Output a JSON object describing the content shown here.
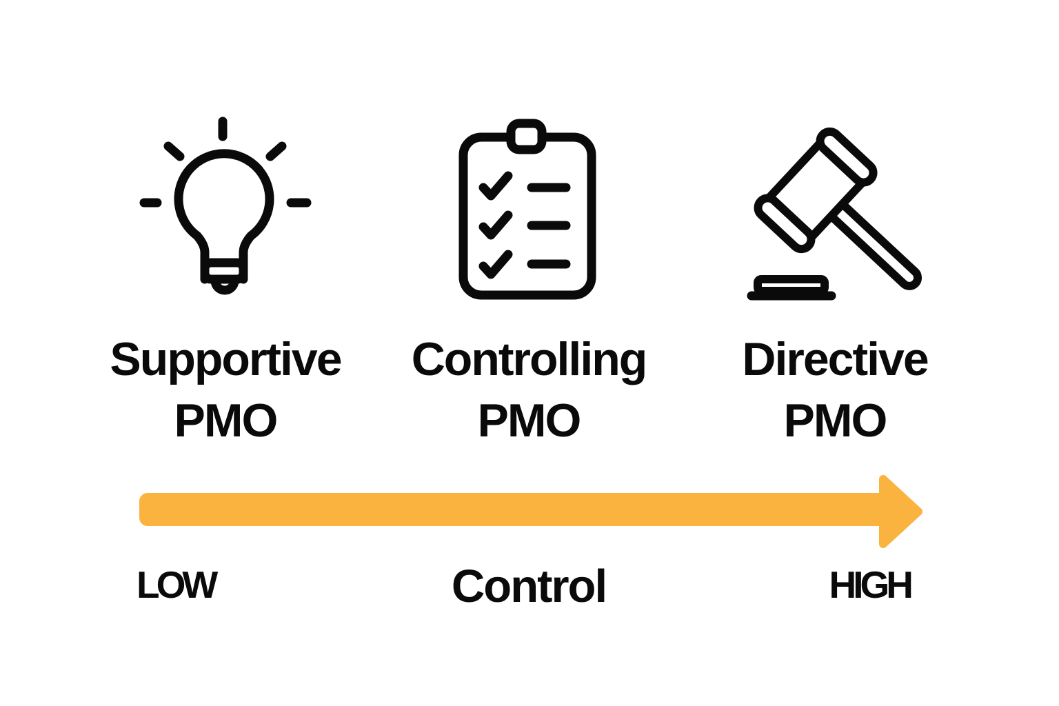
{
  "columns": [
    {
      "icon": "lightbulb-icon",
      "line1": "Supportive",
      "line2": "PMO"
    },
    {
      "icon": "checklist-icon",
      "line1": "Controlling",
      "line2": "PMO"
    },
    {
      "icon": "gavel-icon",
      "line1": "Directive",
      "line2": "PMO"
    }
  ],
  "axis": {
    "low": "LOW",
    "label": "Control",
    "high": "HIGH",
    "direction": "left-to-right"
  },
  "colors": {
    "arrow": "#FBB340",
    "ink": "#0A0A0A",
    "background": "#FFFFFF"
  }
}
